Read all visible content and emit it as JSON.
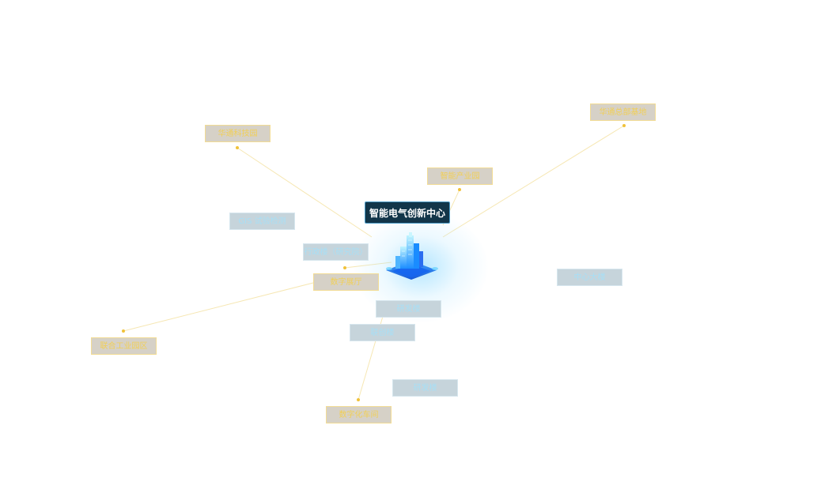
{
  "center": {
    "title": "智能电气创新中心"
  },
  "nodes": [
    {
      "id": "n1",
      "label": "华通科技园",
      "style": "yellow"
    },
    {
      "id": "n2",
      "label": "智能产业园",
      "style": "yellow"
    },
    {
      "id": "n3",
      "label": "华通总部基地",
      "style": "yellow"
    },
    {
      "id": "n4",
      "label": "GIS 试验检测",
      "style": "blue"
    },
    {
      "id": "n5",
      "label": "行政楼（研究院）",
      "style": "blue"
    },
    {
      "id": "n6",
      "label": "数字展厅",
      "style": "yellow"
    },
    {
      "id": "n7",
      "label": "研发楼",
      "style": "blue"
    },
    {
      "id": "n8",
      "label": "联合工业园区",
      "style": "yellow"
    },
    {
      "id": "n9",
      "label": "联创楼",
      "style": "blue"
    },
    {
      "id": "n10",
      "label": "研发楼",
      "style": "blue"
    },
    {
      "id": "n11",
      "label": "数字化车间",
      "style": "yellow"
    },
    {
      "id": "n12",
      "label": "中心大楼",
      "style": "blue"
    }
  ]
}
